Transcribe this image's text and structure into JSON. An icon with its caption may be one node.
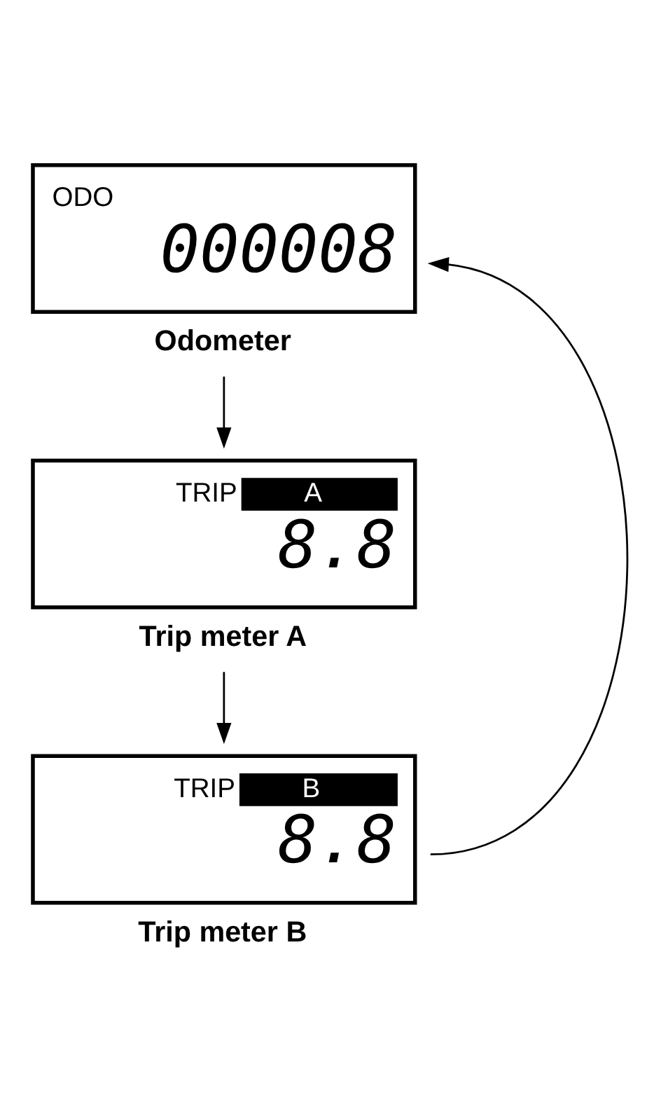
{
  "diagram": {
    "nodes": [
      {
        "text": [
          "ODO",
          "000008"
        ],
        "beside": [
          "Odometer"
        ]
      },
      {
        "text": [
          "TRIP",
          "A",
          "8.8"
        ],
        "beside": [
          "Trip meter A"
        ]
      },
      {
        "text": [
          "TRIP",
          "B",
          "8.8"
        ],
        "beside": [
          "Trip meter B"
        ]
      }
    ],
    "edges": [
      {
        "from": 0,
        "to": 1,
        "arrow": "to"
      },
      {
        "from": 1,
        "to": 2,
        "arrow": "to"
      },
      {
        "from": 2,
        "to": 0,
        "arrow": "to"
      }
    ]
  }
}
